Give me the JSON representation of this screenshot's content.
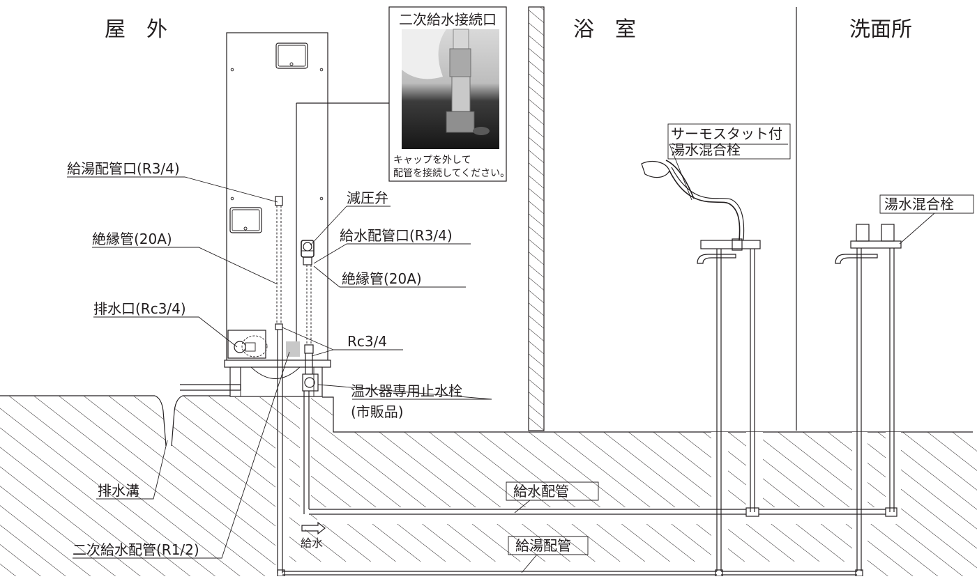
{
  "areas": {
    "outdoor": "屋　外",
    "bathroom": "浴　室",
    "washroom": "洗面所"
  },
  "inset": {
    "title": "二次給水接続口",
    "caption_line1": "キャップを外して",
    "caption_line2": "配管を接続してください。"
  },
  "labels": {
    "hot_outlet": "給湯配管口(R3/4)",
    "insulation_left": "絶縁管(20A)",
    "drain_outlet": "排水口(Rc3/4)",
    "pressure_valve": "減圧弁",
    "water_inlet": "給水配管口(R3/4)",
    "insulation_right": "絶縁管(20A)",
    "rc": "Rc3/4",
    "stop_valve_line1": "温水器専用止水栓",
    "stop_valve_line2": "(市販品)",
    "thermostat_line1": "サーモスタット付",
    "thermostat_line2": "湯水混合栓",
    "mixer": "湯水混合栓",
    "drain_ditch": "排水溝",
    "secondary_pipe": "二次給水配管(R1/2)",
    "water_pipe": "給水配管",
    "water_supply": "給水",
    "hot_pipe": "給湯配管"
  }
}
